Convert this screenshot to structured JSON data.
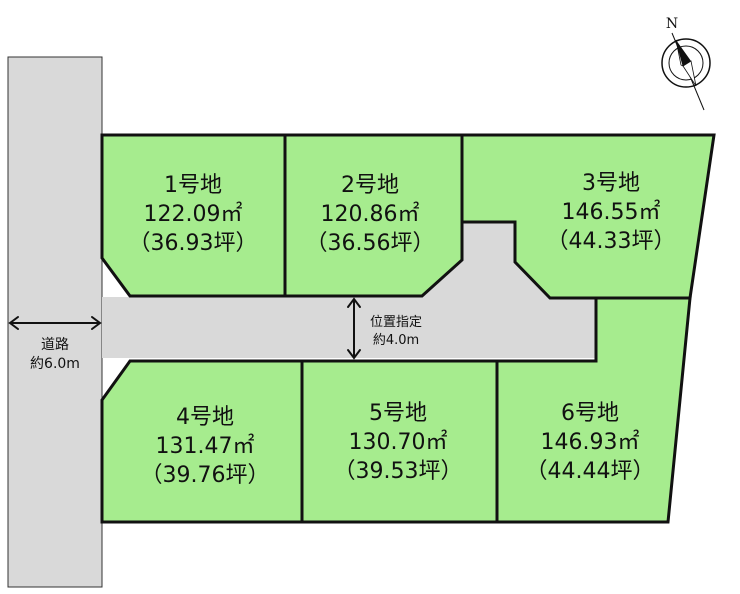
{
  "north_label": "N",
  "main_road": {
    "label": "道路",
    "width": "約6.0m"
  },
  "private_road": {
    "label": "位置指定",
    "width": "約4.0m"
  },
  "lots": [
    {
      "name": "1号地",
      "area_m2": "122.09㎡",
      "area_tsubo": "（36.93坪）"
    },
    {
      "name": "2号地",
      "area_m2": "120.86㎡",
      "area_tsubo": "（36.56坪）"
    },
    {
      "name": "3号地",
      "area_m2": "146.55㎡",
      "area_tsubo": "（44.33坪）"
    },
    {
      "name": "4号地",
      "area_m2": "131.47㎡",
      "area_tsubo": "（39.76坪）"
    },
    {
      "name": "5号地",
      "area_m2": "130.70㎡",
      "area_tsubo": "（39.53坪）"
    },
    {
      "name": "6号地",
      "area_m2": "146.93㎡",
      "area_tsubo": "（44.44坪）"
    }
  ]
}
